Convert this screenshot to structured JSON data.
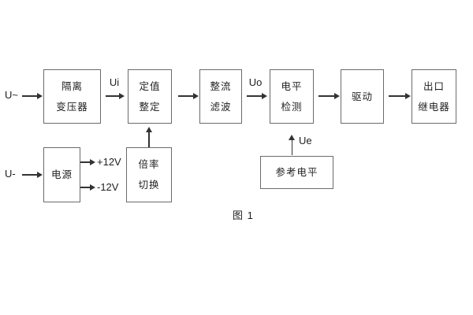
{
  "diagram": {
    "caption": "图 1",
    "inputs": {
      "ac": "U~",
      "dc": "U-"
    },
    "signals": {
      "ui": "Ui",
      "uo": "Uo",
      "ue": "Ue"
    },
    "power_outputs": {
      "pos": "+12V",
      "neg": "-12V"
    },
    "blocks": {
      "isolation_transformer": {
        "line1": "隔离",
        "line2": "变压器"
      },
      "setpoint_setting": {
        "line1": "定值",
        "line2": "整定"
      },
      "rectifier_filter": {
        "line1": "整流",
        "line2": "滤波"
      },
      "level_detection": {
        "line1": "电平",
        "line2": "检测"
      },
      "driver": {
        "line1": "驱动"
      },
      "output_relay": {
        "line1": "出口",
        "line2": "继电器"
      },
      "power_supply": {
        "line1": "电源"
      },
      "ratio_switch": {
        "line1": "倍率",
        "line2": "切换"
      },
      "reference_level": {
        "line1": "参考电平"
      }
    },
    "colors": {
      "background": "#ffffff",
      "box_border": "#6b6b6b",
      "line": "#333333",
      "text": "#1f1f1f"
    }
  }
}
